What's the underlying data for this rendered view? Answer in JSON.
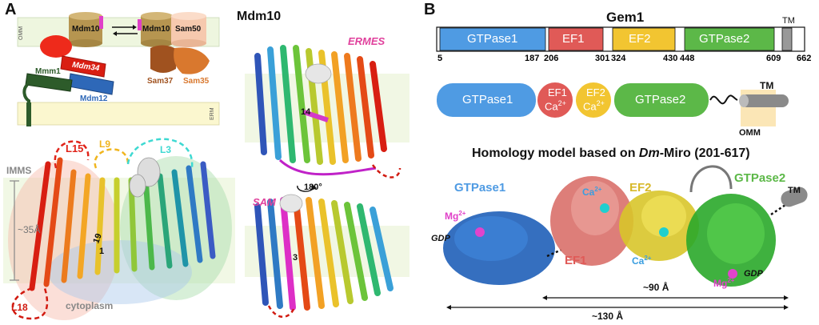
{
  "panel_a": {
    "letter": "A",
    "membrane_top": "OMM",
    "membrane_bottom": "ERM",
    "proteins": {
      "mdm10_left": "Mdm10",
      "mdm10_right": "Mdm10",
      "sam50": "Sam50",
      "mdm34": "Mdm34",
      "mmm1": "Mmm1",
      "mdm12": "Mdm12",
      "sam37": "Sam37",
      "sam35": "Sam35"
    },
    "exchange_arrows": "⇄",
    "structure_labels": {
      "loop_l15": "L15",
      "loop_l9": "L9",
      "loop_l3": "L3",
      "loop_l18": "L18",
      "imms": "IMMS",
      "thickness": "~35Å",
      "cytoplasm": "cytoplasm",
      "strand_1": "1",
      "strand_19": "19"
    },
    "mdm10_title": "Mdm10",
    "ermes_label": "ERMES",
    "sam_label": "SAM",
    "rotation": "180°",
    "strand_14": "14",
    "strand_3": "3"
  },
  "panel_b": {
    "letter": "B",
    "title": "Gem1",
    "domains": [
      {
        "label": "GTPase1",
        "color": "#4f9be3"
      },
      {
        "label": "EF1",
        "color": "#e05a57"
      },
      {
        "label": "EF2",
        "color": "#f2c531"
      },
      {
        "label": "GTPase2",
        "color": "#5cb848"
      },
      {
        "label": "TM",
        "color": "#999999"
      }
    ],
    "residue_numbers": [
      "5",
      "187",
      "206",
      "301",
      "324",
      "430",
      "448",
      "609",
      "662"
    ],
    "schematic": {
      "gtpase1": "GTPase1",
      "ef1": "EF1",
      "ef2": "EF2",
      "ca": "Ca",
      "ca_charge": "2+",
      "gtpase2": "GTPase2",
      "tm": "TM",
      "omm": "OMM"
    },
    "model_title_prefix": "Homology model based on ",
    "model_title_italic": "Dm",
    "model_title_suffix": "-Miro (201-617)",
    "model_labels": {
      "gtpase1": "GTPase1",
      "ef1": "EF1",
      "ef2": "EF2",
      "gtpase2": "GTPase2",
      "tm": "TM",
      "mg_left": "Mg",
      "mg_right": "Mg",
      "charge": "2+",
      "gdp_left": "GDP",
      "gdp_right": "GDP",
      "ca_top": "Ca",
      "ca_bottom": "Ca",
      "dist_90": "~90 Å",
      "dist_130": "~130 Å"
    }
  }
}
